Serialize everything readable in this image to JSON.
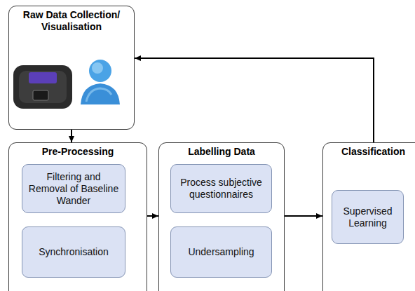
{
  "diagram": {
    "nodes": [
      {
        "text": [
          "Raw Data Collection/ Visualisation"
        ]
      },
      {
        "text": [
          "Pre-Processing"
        ]
      },
      {
        "text": [
          "Filtering and Removal of Baseline Wander"
        ],
        "in": 1
      },
      {
        "text": [
          "Synchronisation"
        ],
        "in": 1
      },
      {
        "text": [
          "Labelling Data"
        ]
      },
      {
        "text": [
          "Process subjective questionnaires"
        ],
        "in": 4
      },
      {
        "text": [
          "Undersampling"
        ],
        "in": 4
      },
      {
        "text": [
          "Classification"
        ]
      },
      {
        "text": [
          "Supervised Learning"
        ],
        "in": 7
      }
    ],
    "edges": [
      {
        "from": 0,
        "to": 1,
        "arrow": "to"
      },
      {
        "from": 1,
        "to": 4,
        "arrow": "to"
      },
      {
        "from": 4,
        "to": 7,
        "arrow": "to"
      },
      {
        "from": 7,
        "to": 0,
        "arrow": "to"
      }
    ]
  }
}
